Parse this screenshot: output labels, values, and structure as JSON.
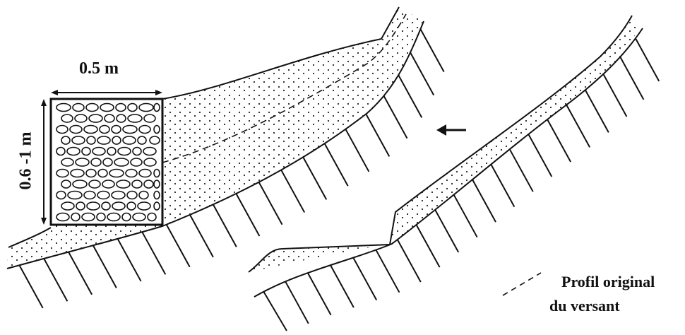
{
  "diagram": {
    "width_label": "0.5 m",
    "height_label": "0.6 -1 m",
    "legend": {
      "line1": "Profil original",
      "line2": "du versant"
    },
    "colors": {
      "ink": "#111111",
      "background": "#ffffff"
    },
    "icons": [
      "arrow-left-icon",
      "dashed-line-legend-icon"
    ]
  }
}
